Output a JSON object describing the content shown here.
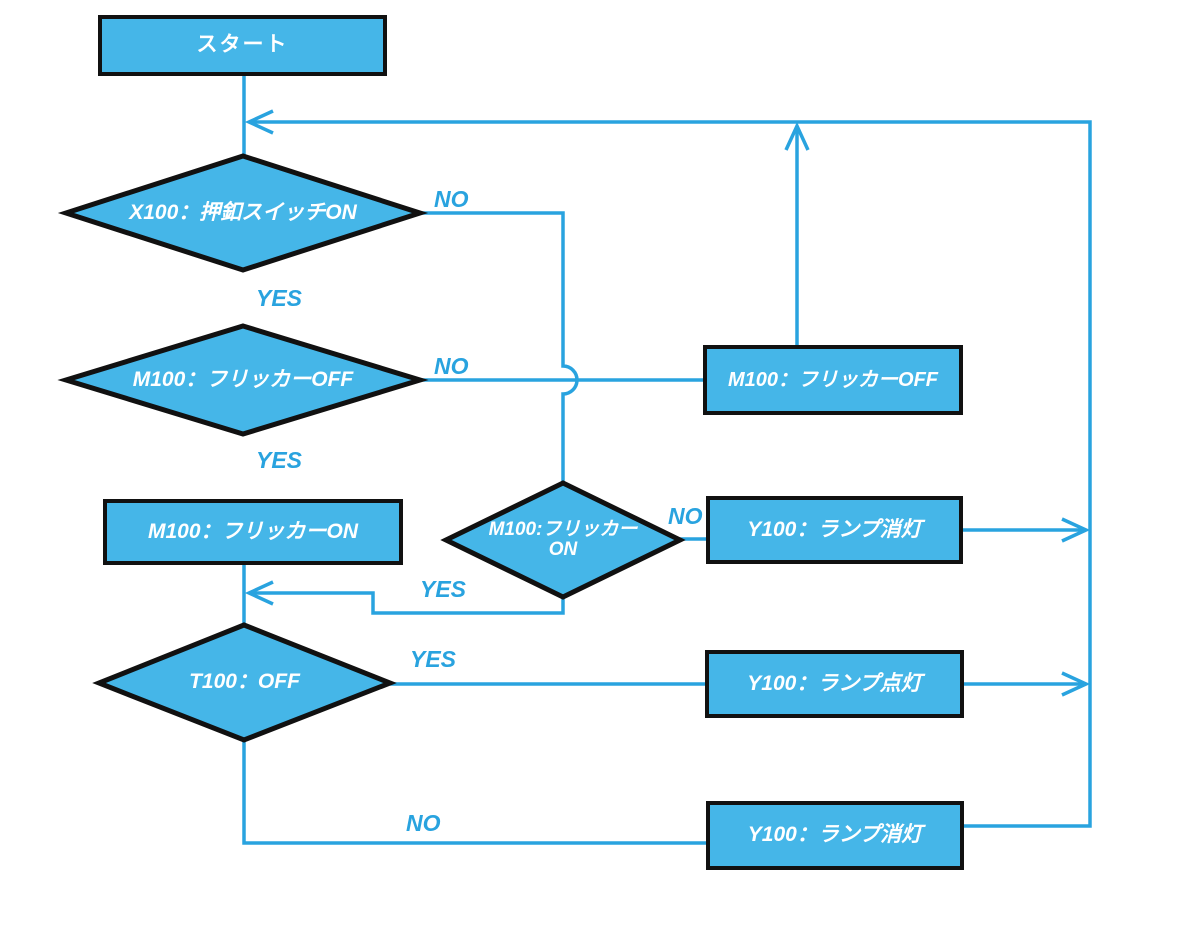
{
  "diagram": {
    "colors": {
      "shape_fill": "#45B6E8",
      "line": "#29A3DF",
      "border": "#111111",
      "node_text": "#FFFFFF"
    },
    "nodes": {
      "start": {
        "type": "terminator",
        "label": "スタート"
      },
      "d1": {
        "type": "decision",
        "label": "X100：押釦スイッチON"
      },
      "d2": {
        "type": "decision",
        "label": "M100：フリッカーOFF"
      },
      "p1": {
        "type": "process",
        "label": "M100：フリッカーON"
      },
      "p2": {
        "type": "process",
        "label": "M100：フリッカーOFF"
      },
      "d3": {
        "type": "decision",
        "line1": "M100:フリッカー",
        "line2": "ON"
      },
      "p3": {
        "type": "process",
        "label": "Y100：ランプ消灯"
      },
      "d4": {
        "type": "decision",
        "label": "T100：OFF"
      },
      "p4": {
        "type": "process",
        "label": "Y100：ランプ点灯"
      },
      "p5": {
        "type": "process",
        "label": "Y100：ランプ消灯"
      }
    },
    "edges": {
      "d1_no": "NO",
      "d1_yes": "YES",
      "d2_no": "NO",
      "d2_yes": "YES",
      "d3_no": "NO",
      "d3_yes": "YES",
      "d4_yes": "YES",
      "d4_no": "NO"
    }
  }
}
